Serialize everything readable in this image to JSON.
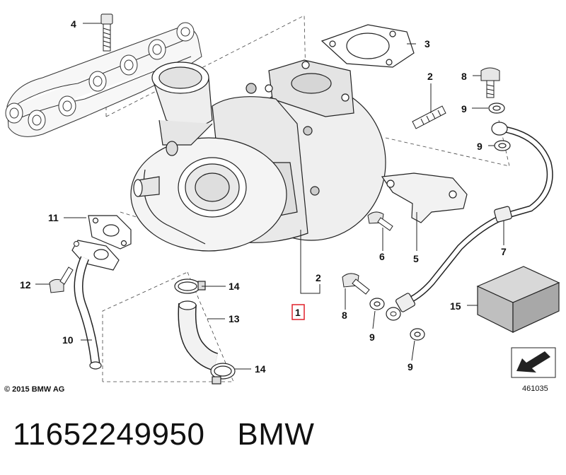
{
  "diagram": {
    "callouts": [
      {
        "id": "c4",
        "label": "4"
      },
      {
        "id": "c3",
        "label": "3"
      },
      {
        "id": "c2a",
        "label": "2"
      },
      {
        "id": "c8a",
        "label": "8"
      },
      {
        "id": "c9a",
        "label": "9"
      },
      {
        "id": "c9b",
        "label": "9"
      },
      {
        "id": "c11",
        "label": "11"
      },
      {
        "id": "c6",
        "label": "6"
      },
      {
        "id": "c5",
        "label": "5"
      },
      {
        "id": "c7",
        "label": "7"
      },
      {
        "id": "c12",
        "label": "12"
      },
      {
        "id": "c14a",
        "label": "14"
      },
      {
        "id": "c2b",
        "label": "2"
      },
      {
        "id": "c1",
        "label": "1"
      },
      {
        "id": "c8b",
        "label": "8"
      },
      {
        "id": "c15",
        "label": "15"
      },
      {
        "id": "c13",
        "label": "13"
      },
      {
        "id": "c10",
        "label": "10"
      },
      {
        "id": "c9c",
        "label": "9"
      },
      {
        "id": "c14b",
        "label": "14"
      },
      {
        "id": "c9d",
        "label": "9"
      }
    ],
    "highlight_color": "#e0202a",
    "copyright": "© 2015 BMW AG",
    "reference_number": "461035"
  },
  "footer": {
    "part_number": "11652249950",
    "brand": "BMW"
  }
}
